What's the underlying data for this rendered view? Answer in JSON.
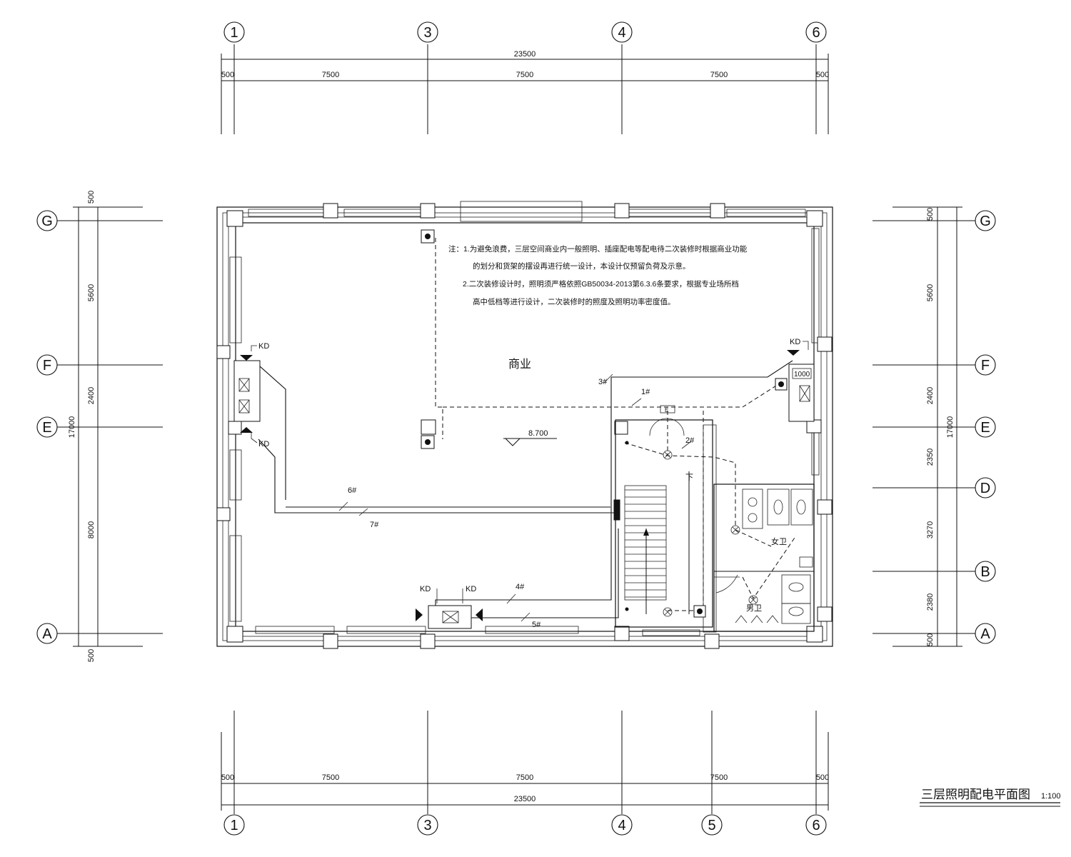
{
  "drawing": {
    "title": "三层照明配电平面图",
    "scale": "1:100",
    "room_label": "商业",
    "elevation": "8.700",
    "notes": [
      "注：1.为避免浪费，三层空间商业内一般照明、插座配电等配电待二次装修时根据商业功能",
      "的划分和货架的摆设再进行统一设计，本设计仅预留负荷及示意。",
      "2.二次装修设计时，照明须严格依照GB50034-2013第6.3.6条要求，根据专业场所档",
      "高中低档等进行设计，二次装修时的照度及照明功率密度值。"
    ]
  },
  "axes": {
    "horizontal_top": [
      "1",
      "3",
      "4",
      "6"
    ],
    "horizontal_bottom": [
      "1",
      "3",
      "4",
      "5",
      "6"
    ],
    "vertical_left": [
      "G",
      "F",
      "E",
      "A"
    ],
    "vertical_right": [
      "G",
      "F",
      "E",
      "D",
      "B",
      "A"
    ]
  },
  "dimensions": {
    "top_total": "23500",
    "top_segments": [
      "500",
      "7500",
      "7500",
      "7500",
      "500"
    ],
    "bottom_total": "23500",
    "bottom_segments": [
      "500",
      "7500",
      "7500",
      "7500",
      "500"
    ],
    "left_total": "17000",
    "left_segments": [
      "500",
      "5600",
      "2400",
      "8000",
      "500"
    ],
    "right_total": "17000",
    "right_segments": [
      "500",
      "5600",
      "2400",
      "2350",
      "3270",
      "2380",
      "500"
    ]
  },
  "circuits": [
    "1#",
    "2#",
    "3#",
    "4#",
    "5#",
    "6#",
    "7#"
  ],
  "equipment": {
    "kd": "KD",
    "box_1000": "1000",
    "exit_sign": "E",
    "stair_down": "下",
    "women_wc": "女卫",
    "men_wc": "男卫"
  }
}
